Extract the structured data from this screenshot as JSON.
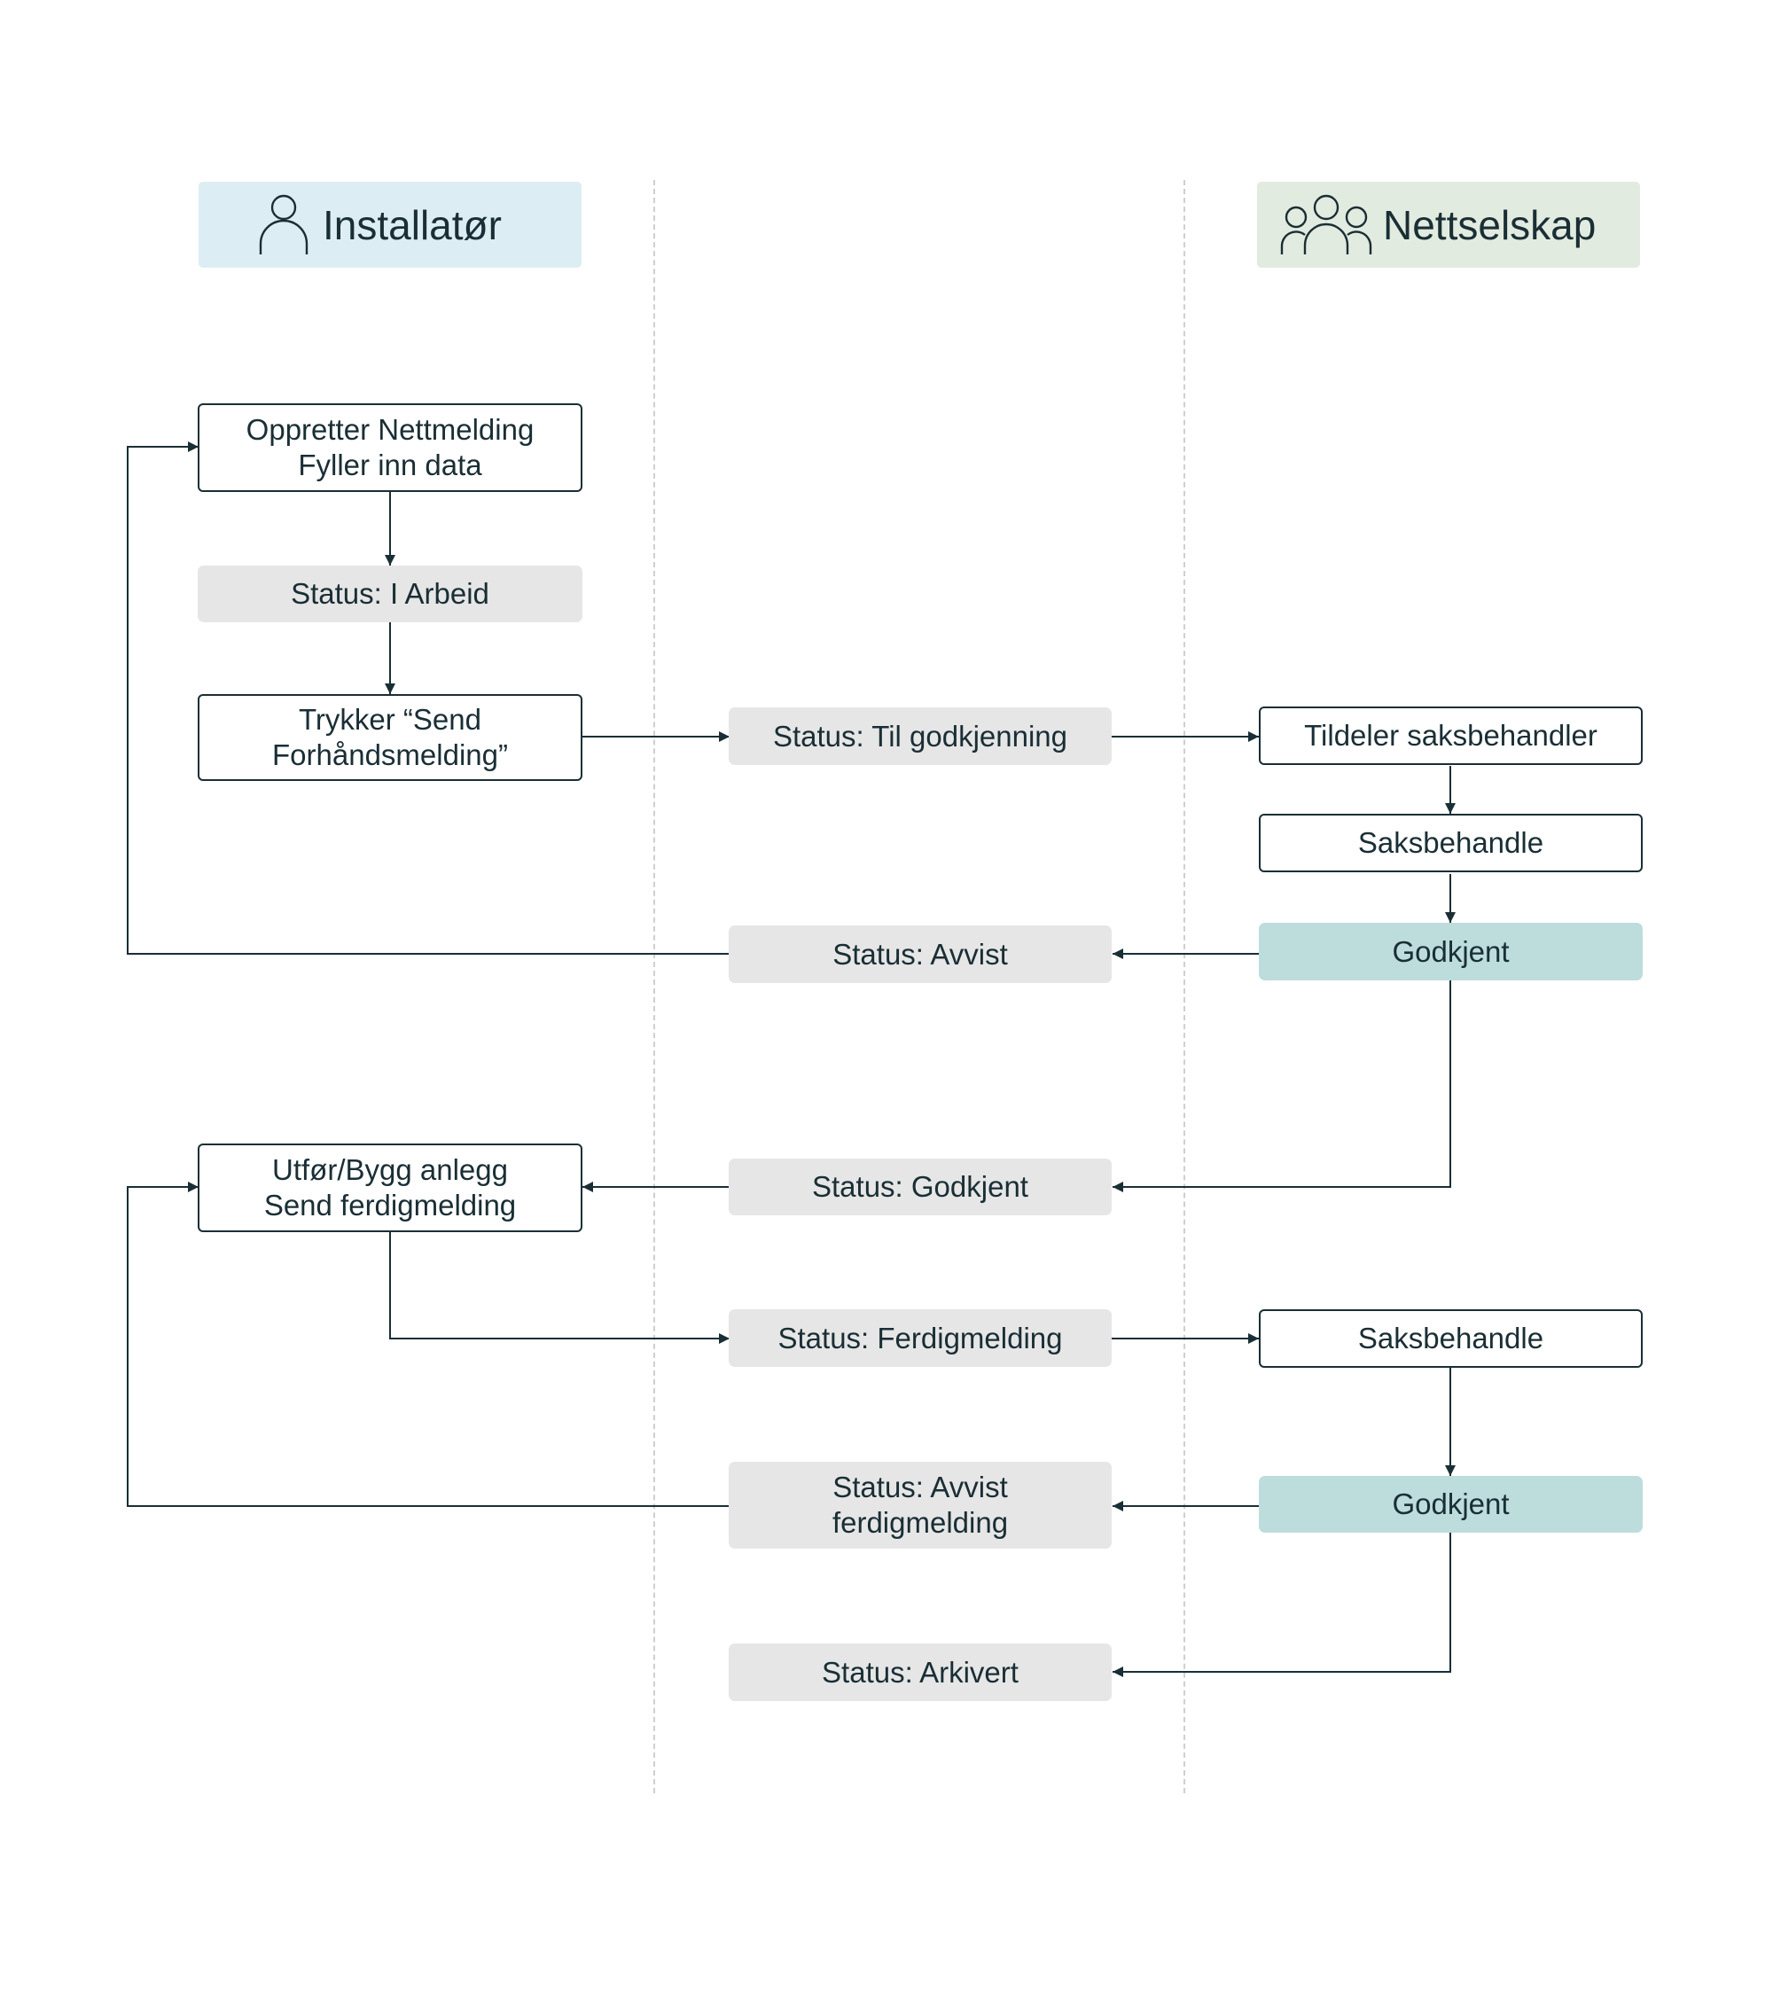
{
  "lanes": {
    "left": {
      "title": "Installatør",
      "icon": "person-icon",
      "color": "#ddedf4"
    },
    "right": {
      "title": "Nettselskap",
      "icon": "group-icon",
      "color": "#e2ebdf"
    }
  },
  "colors": {
    "line": "#1a2e35",
    "status_fill": "#e6e6e6",
    "approved_fill": "#bddcdc",
    "divider": "#cfcfcf"
  },
  "nodes": {
    "opprett": "Oppretter Nettmelding\nFyller inn data",
    "status_arbeid": "Status: I Arbeid",
    "trykker": "Trykker “Send\nForhåndsmelding”",
    "status_til_godkjenning": "Status: Til godkjenning",
    "tildeler": "Tildeler saksbehandler",
    "saksbehandle_1": "Saksbehandle",
    "godkjent_1": "Godkjent",
    "status_avvist": "Status: Avvist",
    "status_godkjent": "Status: Godkjent",
    "utfor": "Utfør/Bygg anlegg\nSend ferdigmelding",
    "status_ferdigmelding": "Status: Ferdigmelding",
    "saksbehandle_2": "Saksbehandle",
    "godkjent_2": "Godkjent",
    "status_avvist_ferdig": "Status: Avvist\nferdigmelding",
    "status_arkivert": "Status: Arkivert"
  }
}
